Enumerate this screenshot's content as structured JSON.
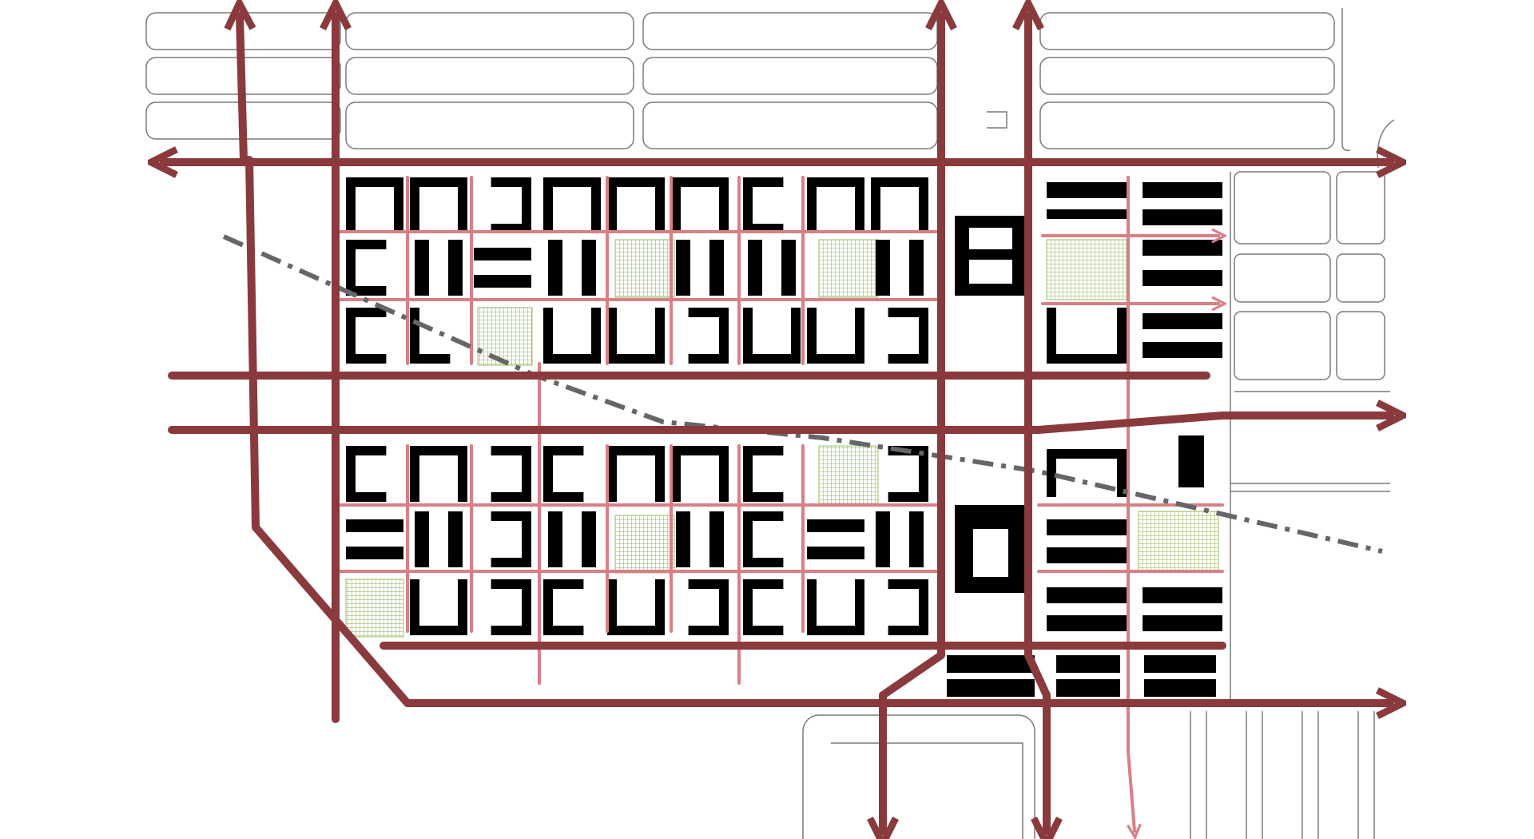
{
  "diagram": {
    "colors": {
      "primary_road": "#8a3a3c",
      "secondary_road": "#d97f86",
      "building": "#000000",
      "green_space": "#9dbf6a",
      "context_street": "#7a7a7a",
      "boundary_line": "#666666",
      "background": "#ffffff"
    },
    "elements": {
      "context_streets": "context-street-network",
      "building_blocks": "building-blocks",
      "green_spaces": "green-spaces",
      "secondary_roads": "secondary-road-network",
      "primary_roads": "primary-road-network",
      "boundary_line": "dashed-boundary-line"
    }
  }
}
